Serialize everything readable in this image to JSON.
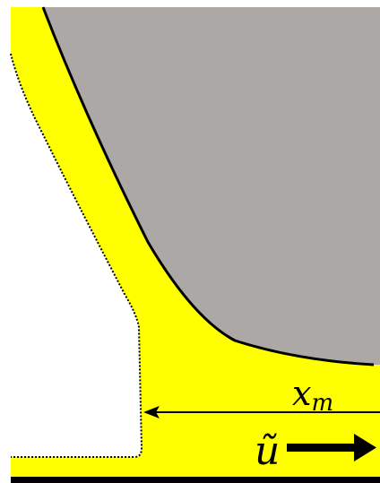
{
  "diagram": {
    "labels": {
      "distance": "x",
      "distance_subscript": "m",
      "velocity": "ũ"
    },
    "colors": {
      "fluid_fill": "#ffff00",
      "body_fill": "#aba8a6",
      "outline": "#000000",
      "background": "#ffffff"
    }
  }
}
